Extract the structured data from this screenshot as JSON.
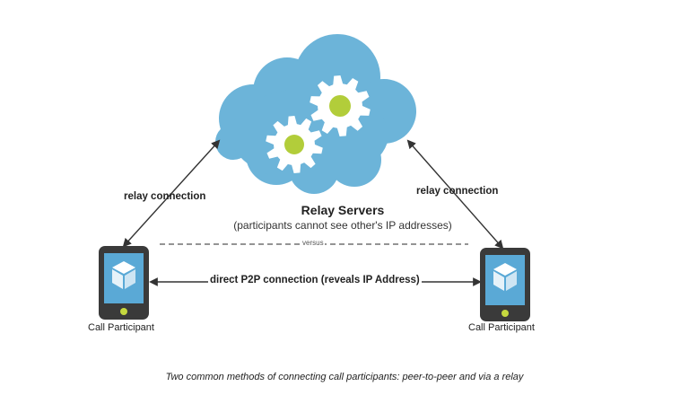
{
  "relay": {
    "title": "Relay Servers",
    "subtitle": "(participants cannot see other's IP addresses)",
    "left_link": "relay connection",
    "right_link": "relay connection"
  },
  "separator": "versus",
  "p2p_link": "direct P2P connection (reveals IP Address)",
  "participants": {
    "left": "Call Participant",
    "right": "Call Participant"
  },
  "caption": "Two common methods of connecting call participants: peer-to-peer and via a relay",
  "colors": {
    "cloud": "#6cb4d9",
    "gear": "#ffffff",
    "gear_core": "#b2cd3a",
    "phone_body": "#3a3a3a",
    "phone_screen": "#5aa9d6",
    "phone_button": "#c5d83f",
    "line": "#333333"
  },
  "icons": [
    "cloud-icon",
    "gear-icon",
    "phone-icon",
    "cube-icon"
  ]
}
